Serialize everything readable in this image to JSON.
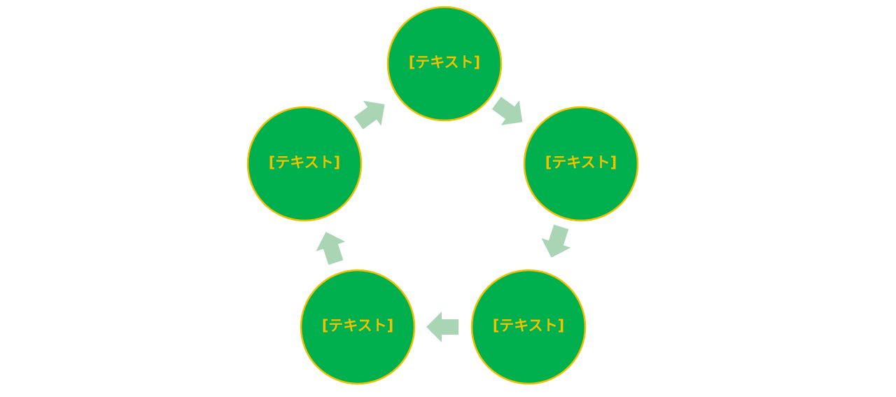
{
  "diagram": {
    "type": "cycle",
    "nodes": [
      {
        "label": "[テキスト]"
      },
      {
        "label": "[テキスト]"
      },
      {
        "label": "[テキスト]"
      },
      {
        "label": "[テキスト]"
      },
      {
        "label": "[テキスト]"
      }
    ],
    "colors": {
      "node_fill": "#00b04f",
      "node_stroke": "#f0c000",
      "text": "#f2c200",
      "arrow": "#a9d5b5"
    }
  }
}
